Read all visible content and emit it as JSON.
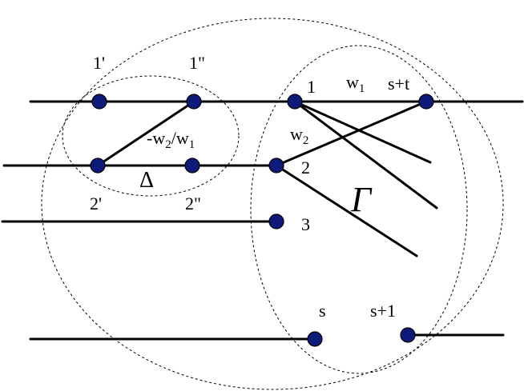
{
  "colors": {
    "vertex_fill": "#0d1a7a",
    "stroke": "#000000",
    "background": "#ffffff"
  },
  "labels": {
    "v1_prime": "1'",
    "v1_dprime": "1\"",
    "v2_prime": "2'",
    "v2_dprime": "2\"",
    "v1": "1",
    "v2": "2",
    "v3": "3",
    "vs": "s",
    "vs1": "s+1",
    "vst": "s+t",
    "w1": "w",
    "w1_sub": "1",
    "w2": "w",
    "w2_sub": "2",
    "edge_weight_main_a": "-w",
    "edge_weight_main_b": "2",
    "edge_weight_main_c": "/w",
    "edge_weight_main_d": "1",
    "delta": "Δ",
    "gamma": "Γ"
  }
}
